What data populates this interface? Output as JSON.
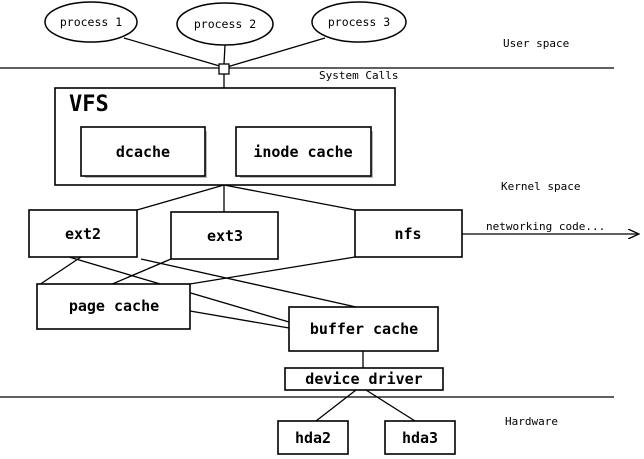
{
  "processes": [
    "process 1",
    "process 2",
    "process 3"
  ],
  "layers": {
    "user_space": "User space",
    "system_calls": "System Calls",
    "kernel_space": "Kernel space",
    "hardware": "Hardware"
  },
  "vfs": {
    "title": "VFS",
    "dcache": "dcache",
    "inode_cache": "inode cache"
  },
  "filesystems": {
    "ext2": "ext2",
    "ext3": "ext3",
    "nfs": "nfs"
  },
  "networking": "networking code...",
  "caches": {
    "page_cache": "page cache",
    "buffer_cache": "buffer cache"
  },
  "device_driver": "device driver",
  "disks": {
    "hda2": "hda2",
    "hda3": "hda3"
  }
}
